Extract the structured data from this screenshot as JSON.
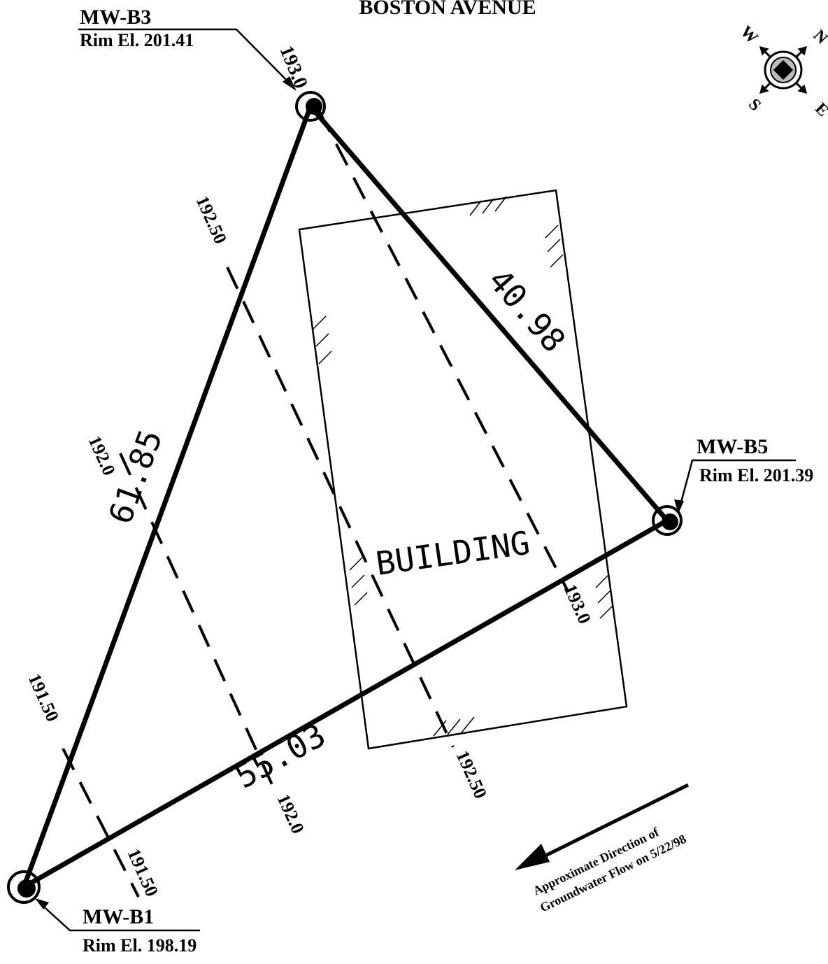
{
  "street": {
    "name": "BOSTON AVENUE"
  },
  "building": {
    "label": "BUILDING"
  },
  "wells": [
    {
      "id": "MW-B3",
      "rim": "Rim El. 201.41",
      "level": "193.0"
    },
    {
      "id": "MW-B5",
      "rim": "Rim El. 201.39"
    },
    {
      "id": "MW-B1",
      "rim": "Rim El. 198.19"
    }
  ],
  "distances": {
    "b3_b5": "40.98",
    "b1_b3": "61.85",
    "b1_b5": "55.03"
  },
  "contours": {
    "c1925_left": "192.50",
    "c1920_left_upper": "192.0",
    "c1920_left_lower": "192.0",
    "c1915_left_upper": "191.50",
    "c1915_left_lower": "191.50",
    "c1925_right": "192.50",
    "c1930_right": "193.0"
  },
  "compass": {
    "n": "N",
    "e": "E",
    "s": "S",
    "w": "W"
  },
  "flow": {
    "line1": "Approximate Direction of",
    "line2": "Groundwater Flow on 5/22/98"
  },
  "colors": {
    "ink": "#000000",
    "paper": "#ffffff"
  }
}
